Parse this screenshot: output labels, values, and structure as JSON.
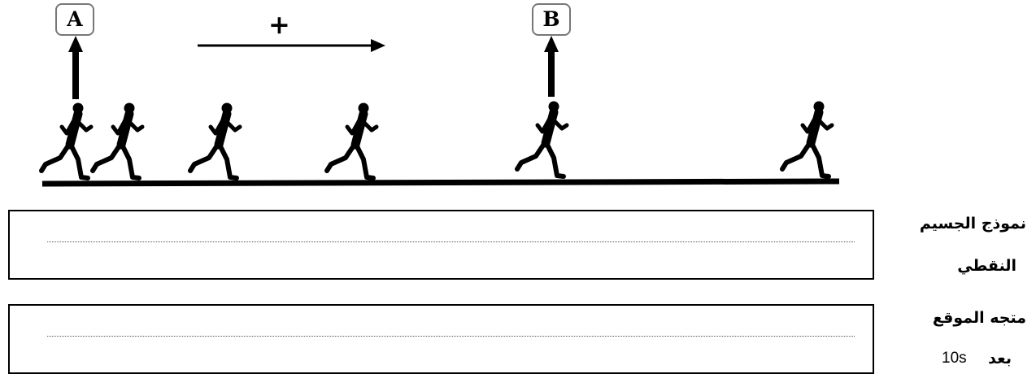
{
  "diagram": {
    "point_a_label": "A",
    "point_b_label": "B",
    "direction_sign": "+",
    "runner_count": 6
  },
  "rows": [
    {
      "label_line1": "نموذج الجسيم",
      "label_line2": "النقطي"
    },
    {
      "label_line1": "متجه الموقع",
      "label_line2_word": "بعد",
      "label_line2_time": "10s"
    }
  ],
  "colors": {
    "ink": "#000000",
    "box_border": "#777777"
  }
}
